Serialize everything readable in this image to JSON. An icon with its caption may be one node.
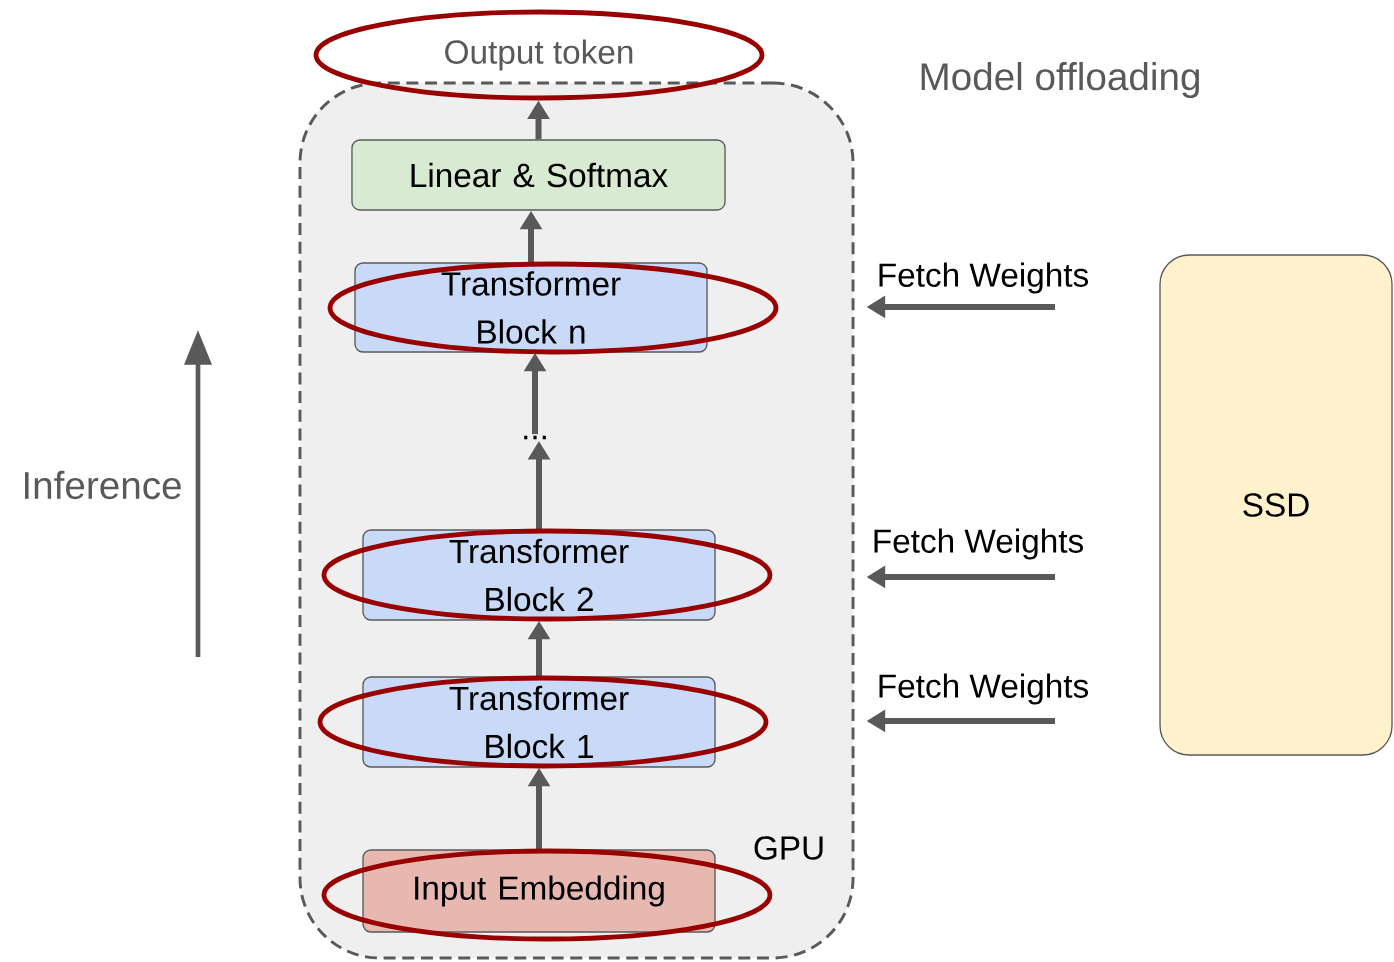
{
  "diagram": {
    "nodes": [
      {
        "text": [
          "GPU"
        ]
      },
      {
        "text": [
          "Linear & Softmax"
        ],
        "in": 0
      },
      {
        "text": [
          "Transformer Block n"
        ],
        "in": 0
      },
      {
        "text": [
          "..."
        ],
        "in": 0
      },
      {
        "text": [
          "Transformer Block 2"
        ],
        "in": 0
      },
      {
        "text": [
          "Transformer Block 1"
        ],
        "in": 0
      },
      {
        "text": [
          "Input Embedding"
        ],
        "in": 0
      },
      {
        "text": [
          "Output token"
        ]
      },
      {
        "text": [
          "SSD"
        ]
      }
    ],
    "edges": [
      {
        "from": 6,
        "to": 5,
        "arrow": "to"
      },
      {
        "from": 5,
        "to": 4,
        "arrow": "to"
      },
      {
        "from": 4,
        "to": 3,
        "arrow": "to"
      },
      {
        "from": 3,
        "to": 2,
        "arrow": "to"
      },
      {
        "from": 2,
        "to": 1,
        "arrow": "to"
      },
      {
        "from": 1,
        "to": 7,
        "arrow": "to"
      },
      {
        "from": null,
        "to": 0,
        "arrow": "to",
        "label": "Fetch Weights"
      },
      {
        "from": null,
        "to": 0,
        "arrow": "to",
        "label": "Fetch Weights"
      },
      {
        "from": null,
        "to": 0,
        "arrow": "to",
        "label": "Fetch Weights"
      }
    ],
    "labels": [
      "Model offloading",
      "Inference"
    ]
  }
}
